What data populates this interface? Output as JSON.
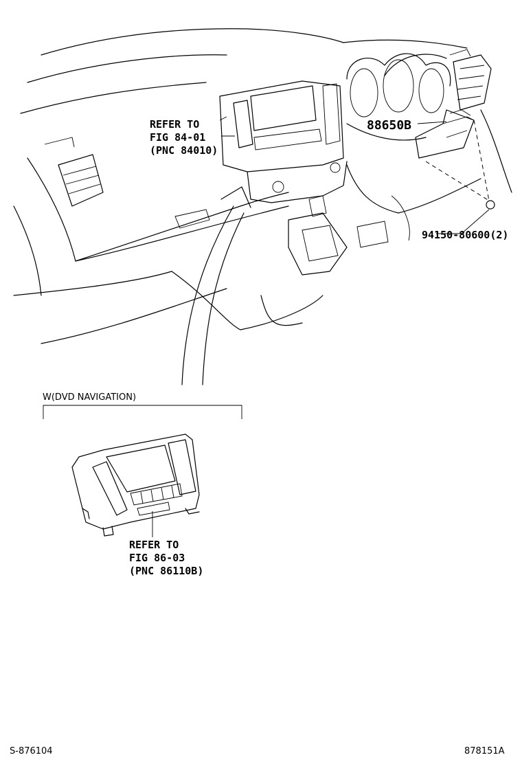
{
  "callouts": {
    "refer_top": {
      "line1": "REFER TO",
      "line2": "FIG 84-01",
      "line3": "(PNC 84010)"
    },
    "part_88650b": "88650B",
    "part_bolt": "94150-80600(2)",
    "variant_label": "W(DVD NAVIGATION)",
    "refer_bottom": {
      "line1": "REFER TO",
      "line2": "FIG 86-03",
      "line3": "(PNC 86110B)"
    }
  },
  "footer": {
    "left_code": "S-876104",
    "right_code": "878151A"
  }
}
